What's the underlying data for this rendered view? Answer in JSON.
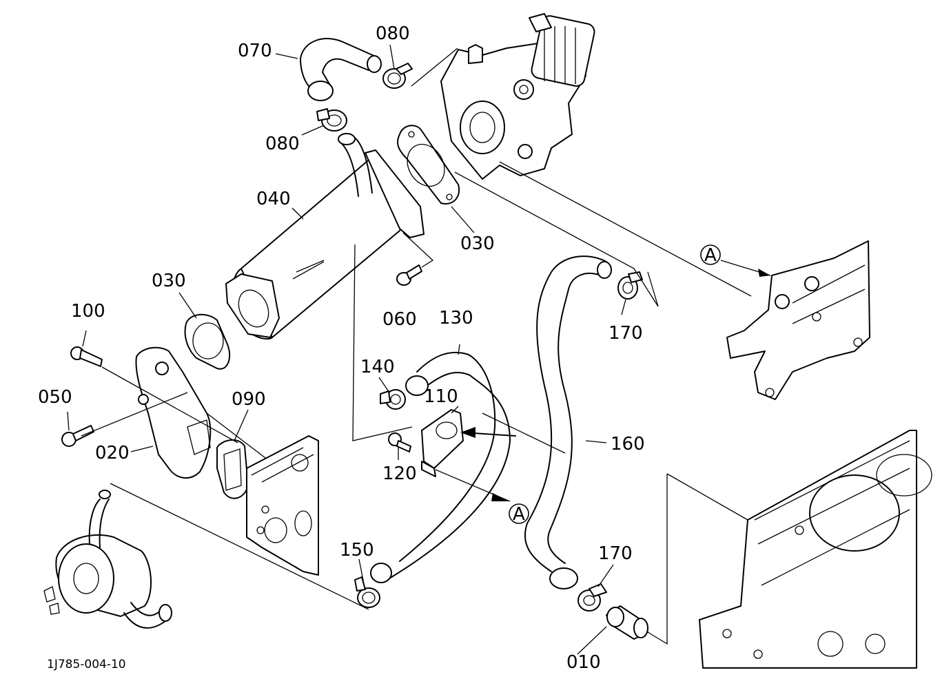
{
  "diagram": {
    "drawing_code": "1J785-004-10",
    "reference_marker": "A",
    "callouts": [
      {
        "id": "010",
        "part": "connector-fitting"
      },
      {
        "id": "020",
        "part": "egr-pipe-flange"
      },
      {
        "id": "030",
        "part": "gasket"
      },
      {
        "id": "040",
        "part": "egr-cooler"
      },
      {
        "id": "050",
        "part": "bolt"
      },
      {
        "id": "060",
        "part": "bolt"
      },
      {
        "id": "070",
        "part": "water-hose"
      },
      {
        "id": "080",
        "part": "hose-clamp"
      },
      {
        "id": "090",
        "part": "gasket"
      },
      {
        "id": "100",
        "part": "bolt"
      },
      {
        "id": "110",
        "part": "hose-clip-bracket"
      },
      {
        "id": "120",
        "part": "bolt"
      },
      {
        "id": "130",
        "part": "water-hose"
      },
      {
        "id": "140",
        "part": "hose-clamp"
      },
      {
        "id": "150",
        "part": "hose-clamp"
      },
      {
        "id": "160",
        "part": "water-hose"
      },
      {
        "id": "170",
        "part": "hose-clamp"
      }
    ]
  }
}
